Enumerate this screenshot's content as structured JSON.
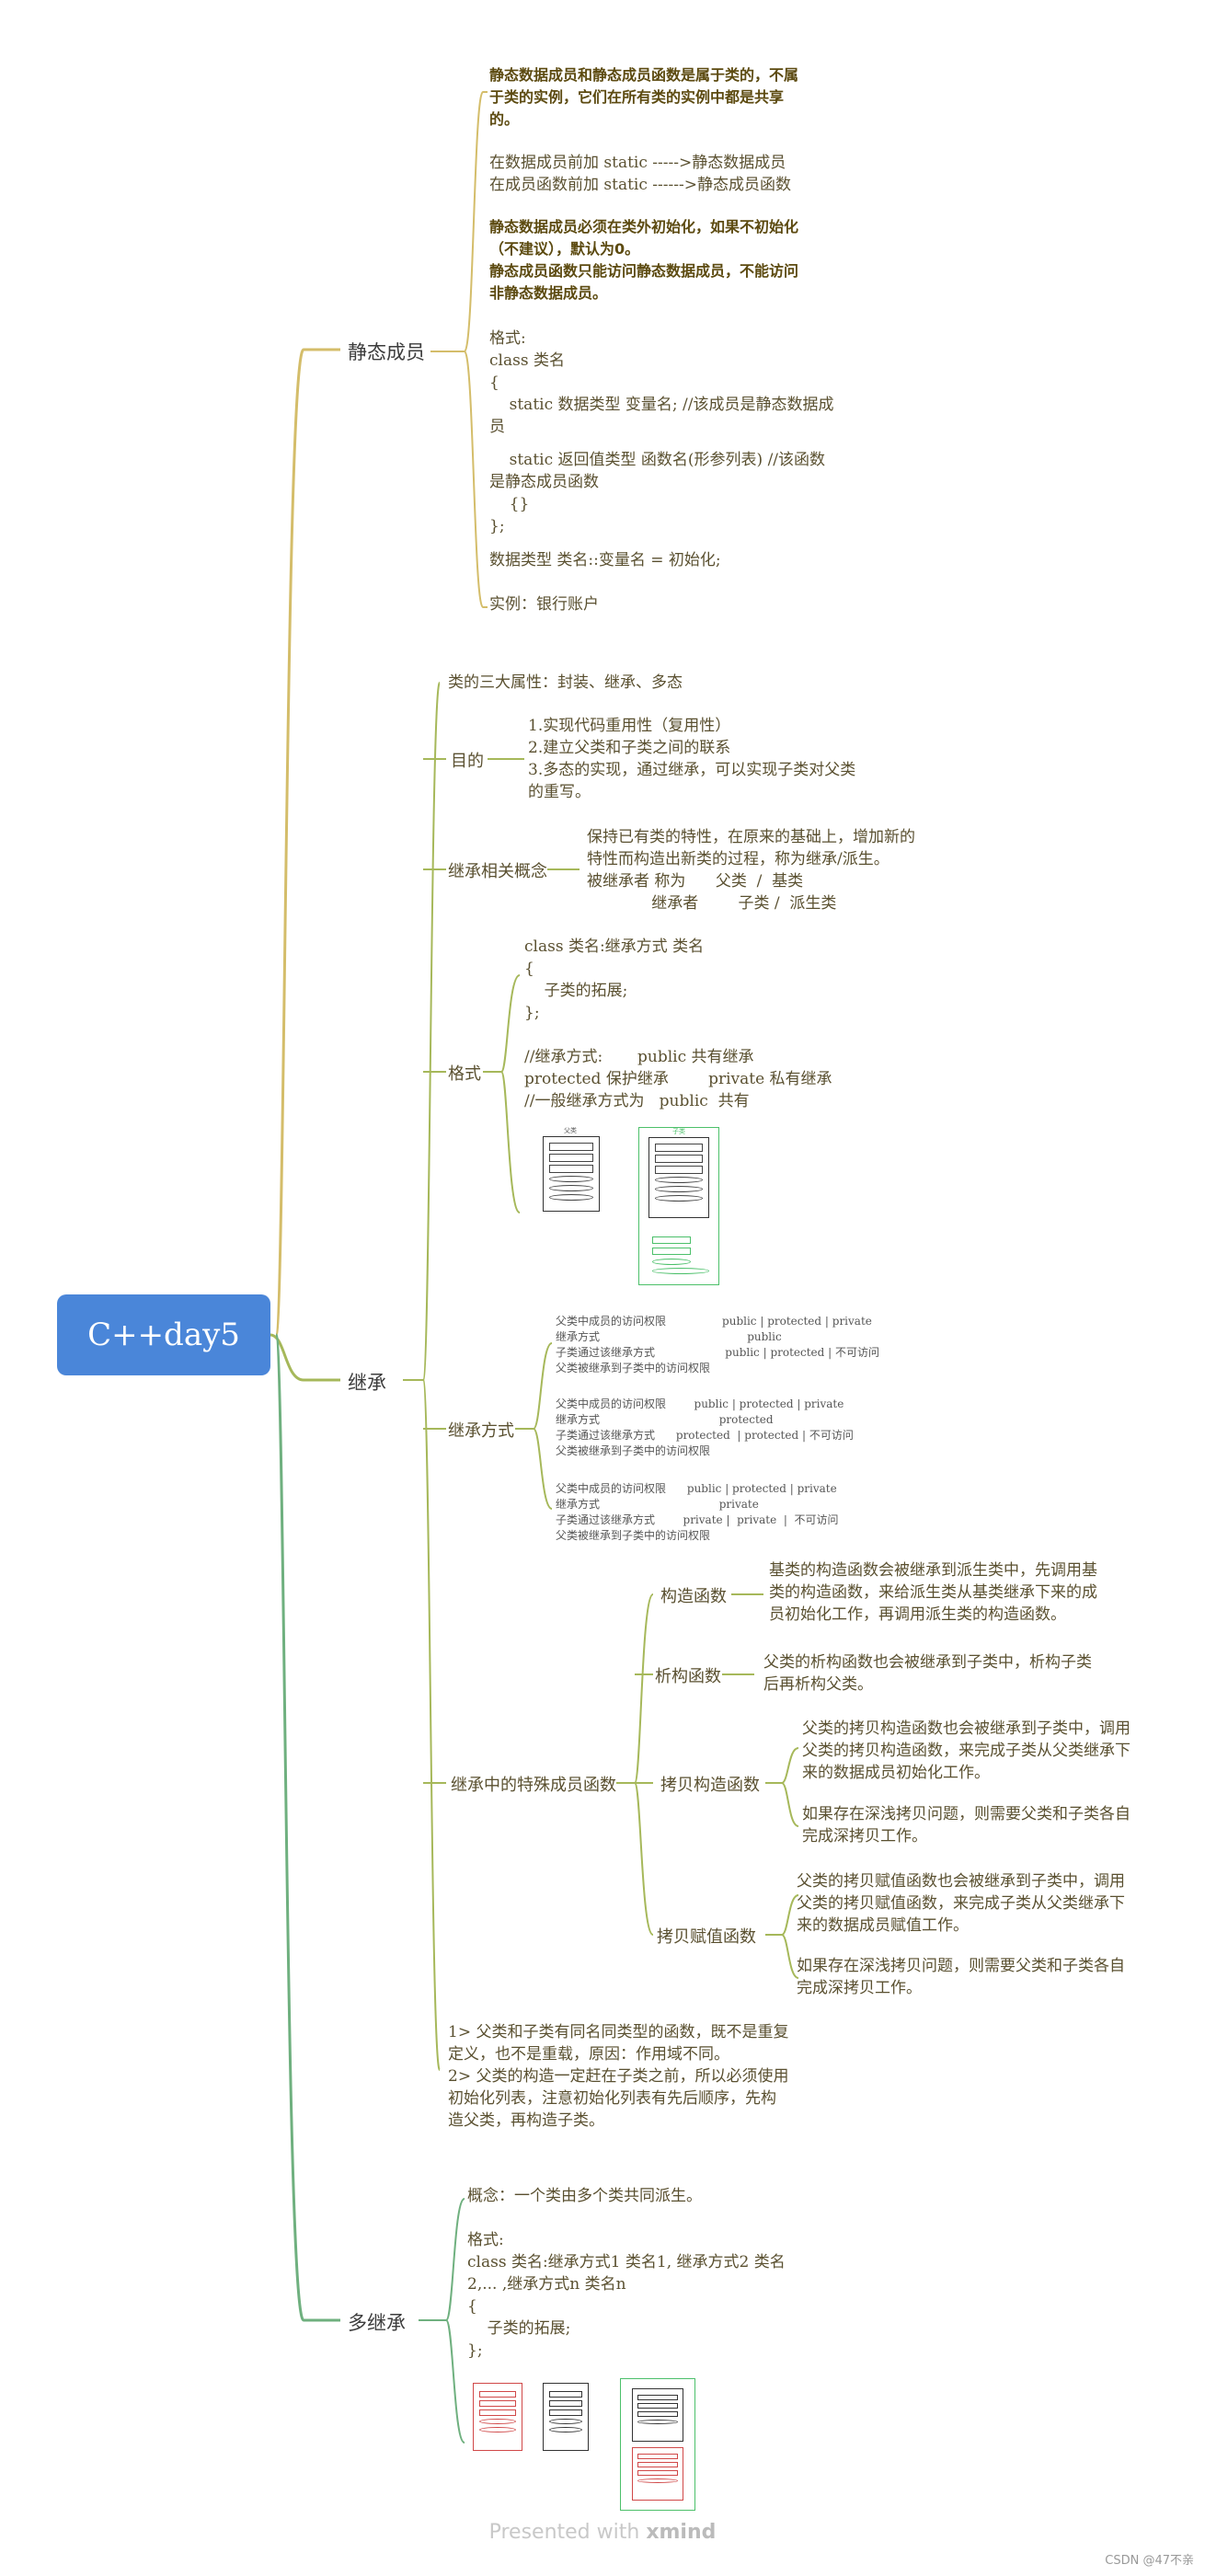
{
  "root": {
    "label": "C++day5"
  },
  "static": {
    "label": "静态成员",
    "p1": "静态数据成员和静态成员函数是属于类的，不属\n于类的实例，它们在所有类的实例中都是共享\n的。",
    "p2": "在数据成员前加 static ----->静态数据成员\n在成员函数前加 static ------>静态成员函数",
    "p3": "静态数据成员必须在类外初始化，如果不初始化\n（不建议），默认为0。\n静态成员函数只能访问静态数据成员，不能访问\n非静态数据成员。",
    "p4": "格式:\nclass 类名\n{\n    static 数据类型 变量名; //该成员是静态数据成\n员",
    "p5": "    static 返回值类型 函数名(形参列表) //该函数\n是静态成员函数\n    {}\n};",
    "p6": "数据类型 类名::变量名 = 初始化;",
    "p7": "实例：银行账户"
  },
  "inherit": {
    "label": "继承",
    "three_props": "类的三大属性：封装、继承、多态",
    "purpose": {
      "label": "目的",
      "text": "1.实现代码重用性（复用性）\n2.建立父类和子类之间的联系\n3.多态的实现，通过继承，可以实现子类对父类\n的重写。"
    },
    "concept": {
      "label": "继承相关概念",
      "text": "保持已有类的特性，在原来的基础上，增加新的\n特性而构造出新类的过程，称为继承/派生。\n被继承者 称为      父类  /  基类\n             继承者        子类 /  派生类"
    },
    "format": {
      "label": "格式",
      "text": "class 类名:继承方式 类名\n{\n    子类的拓展;\n};\n\n//继承方式:       public 共有继承\nprotected 保护继承        private 私有继承\n//一般继承方式为   public  共有",
      "img1_title": "父类",
      "img2_title": "子类"
    },
    "modes": {
      "label": "继承方式",
      "blocks": [
        "父类中成员的访问权限                public | protected | private\n继承方式                                          public\n子类通过该继承方式                    public | protected | 不可访问\n父类被继承到子类中的访问权限",
        "父类中成员的访问权限        public | protected | private\n继承方式                                  protected\n子类通过该继承方式      protected  | protected | 不可访问\n父类被继承到子类中的访问权限",
        "父类中成员的访问权限      public | protected | private\n继承方式                                  private\n子类通过该继承方式        private |  private  |  不可访问\n父类被继承到子类中的访问权限"
      ]
    },
    "special": {
      "label": "继承中的特殊成员函数",
      "ctor": {
        "label": "构造函数",
        "text": "基类的构造函数会被继承到派生类中，先调用基\n类的构造函数，来给派生类从基类继承下来的成\n员初始化工作，再调用派生类的构造函数。"
      },
      "dtor": {
        "label": "析构函数",
        "text": "父类的析构函数也会被继承到子类中，析构子类\n后再析构父类。"
      },
      "copy_ctor": {
        "label": "拷贝构造函数",
        "text1": "父类的拷贝构造函数也会被继承到子类中，调用\n父类的拷贝构造函数，来完成子类从父类继承下\n来的数据成员初始化工作。",
        "text2": "如果存在深浅拷贝问题，则需要父类和子类各自\n完成深拷贝工作。"
      },
      "copy_assign": {
        "label": "拷贝赋值函数",
        "text1": "父类的拷贝赋值函数也会被继承到子类中，调用\n父类的拷贝赋值函数，来完成子类从父类继承下\n来的数据成员赋值工作。",
        "text2": "如果存在深浅拷贝问题，则需要父类和子类各自\n完成深拷贝工作。"
      }
    },
    "notes": "1> 父类和子类有同名同类型的函数，既不是重复\n定义，也不是重载，原因：作用域不同。\n2> 父类的构造一定赶在子类之前，所以必须使用\n初始化列表，注意初始化列表有先后顺序，先构\n造父类，再构造子类。"
  },
  "multi": {
    "label": "多继承",
    "text": "概念：一个类由多个类共同派生。\n\n格式:\nclass 类名:继承方式1 类名1, 继承方式2 类名\n2,... ,继承方式n 类名n\n{\n    子类的拓展;\n};"
  },
  "footer": {
    "presented": "Presented with ",
    "brand": "xmind",
    "watermark": "CSDN @47不亲"
  },
  "colors": {
    "root": "#4a86d9",
    "static_line": "#d4bd6a",
    "inherit_line": "#a6b85a",
    "multi_line": "#6fb07f"
  }
}
